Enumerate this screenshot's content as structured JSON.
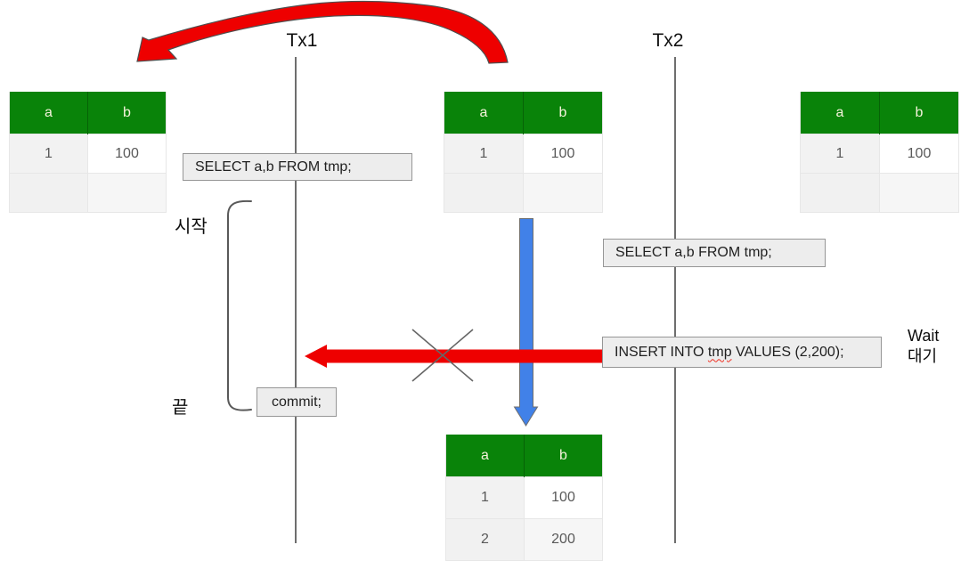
{
  "labels": {
    "tx1": "Tx1",
    "tx2": "Tx2",
    "start": "시작",
    "end": "끝",
    "wait_en": "Wait",
    "wait_ko": "대기"
  },
  "statements": {
    "tx1_select": "SELECT a,b FROM tmp;",
    "tx2_select": "SELECT a,b FROM tmp;",
    "commit": "commit;",
    "insert_prefix": "INSERT INTO ",
    "insert_spellcheck_word": "tmp",
    "insert_suffix": " VALUES (2,200);"
  },
  "tables": {
    "columns": [
      "a",
      "b"
    ],
    "top_left": {
      "rows": [
        [
          "1",
          "100"
        ],
        [
          "",
          ""
        ]
      ]
    },
    "top_middle": {
      "rows": [
        [
          "1",
          "100"
        ],
        [
          "",
          ""
        ]
      ]
    },
    "top_right": {
      "rows": [
        [
          "1",
          "100"
        ],
        [
          "",
          ""
        ]
      ]
    },
    "bottom": {
      "rows": [
        [
          "1",
          "100"
        ],
        [
          "2",
          "200"
        ]
      ]
    }
  },
  "colors": {
    "table_header_green": "#098309",
    "arrow_red": "#ee0000",
    "arrow_blue": "#4181e8",
    "box_fill_gray": "#ededed",
    "spellcheck_red": "#f03022"
  }
}
